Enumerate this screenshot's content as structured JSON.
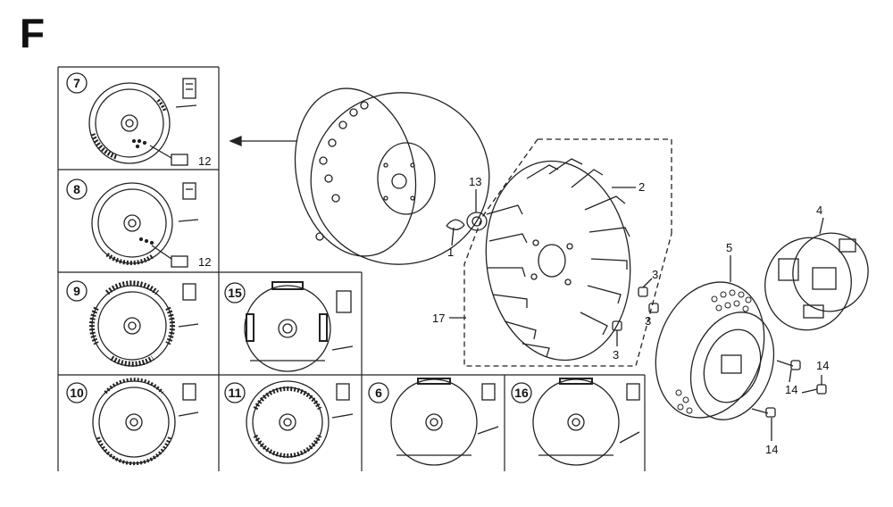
{
  "diagram": {
    "section_letter": "F",
    "variant_panels": [
      {
        "number": "7",
        "callout": "12"
      },
      {
        "number": "8",
        "callout": "12"
      },
      {
        "number": "9"
      },
      {
        "number": "15"
      },
      {
        "number": "10"
      },
      {
        "number": "11"
      },
      {
        "number": "6"
      },
      {
        "number": "16"
      }
    ],
    "part_callouts": [
      "1",
      "2",
      "3",
      "3",
      "3",
      "4",
      "5",
      "13",
      "14",
      "14",
      "14",
      "17"
    ]
  }
}
